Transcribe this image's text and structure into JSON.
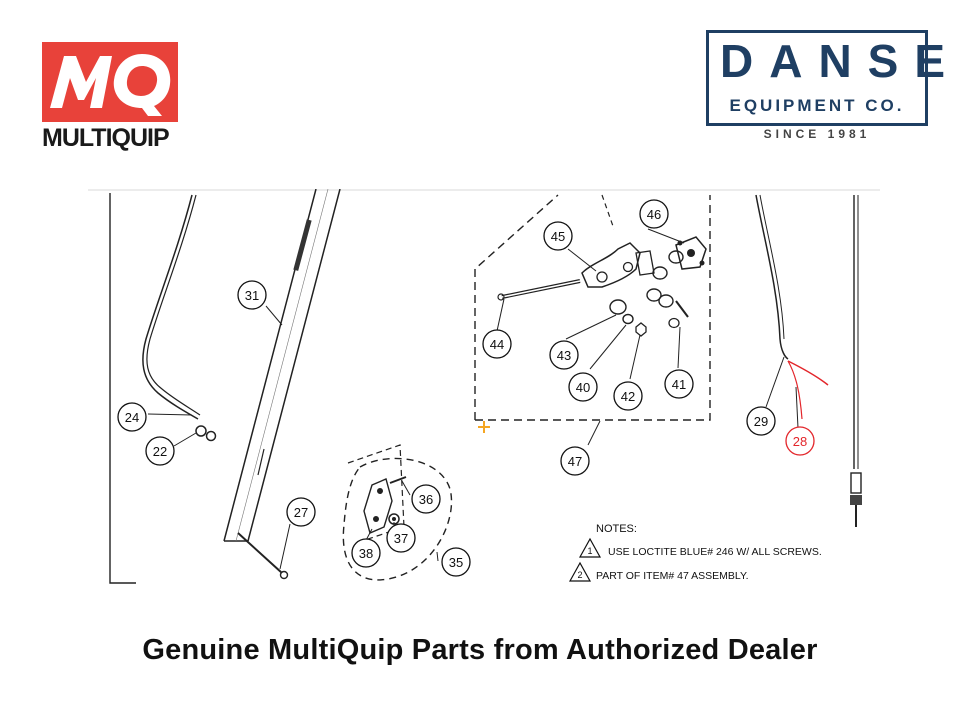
{
  "logos": {
    "left_brand_text": "MULTIQUIP",
    "left_brand_mark": "MQ",
    "right_name": "DANSE",
    "right_subtitle": "EQUIPMENT CO.",
    "right_since": "SINCE 1981"
  },
  "colors": {
    "mq_red": "#e8423a",
    "danse_blue": "#1f3f63",
    "callout_highlight": "#e3262b",
    "marker_orange": "#f5a623"
  },
  "diagram": {
    "callouts": [
      {
        "label": "31"
      },
      {
        "label": "24"
      },
      {
        "label": "22"
      },
      {
        "label": "27"
      },
      {
        "label": "36"
      },
      {
        "label": "37"
      },
      {
        "label": "38"
      },
      {
        "label": "35"
      },
      {
        "label": "45"
      },
      {
        "label": "46"
      },
      {
        "label": "44"
      },
      {
        "label": "43"
      },
      {
        "label": "40"
      },
      {
        "label": "42"
      },
      {
        "label": "41"
      },
      {
        "label": "47"
      },
      {
        "label": "29"
      },
      {
        "label": "28",
        "highlight": true
      }
    ],
    "notes": {
      "title": "NOTES:",
      "items": [
        {
          "marker": "1",
          "text": "USE LOCTITE BLUE# 246 W/ ALL SCREWS."
        },
        {
          "marker": "2",
          "text": "PART OF ITEM# 47 ASSEMBLY."
        }
      ]
    }
  },
  "footer": {
    "text": "Genuine MultiQuip Parts from Authorized Dealer"
  }
}
